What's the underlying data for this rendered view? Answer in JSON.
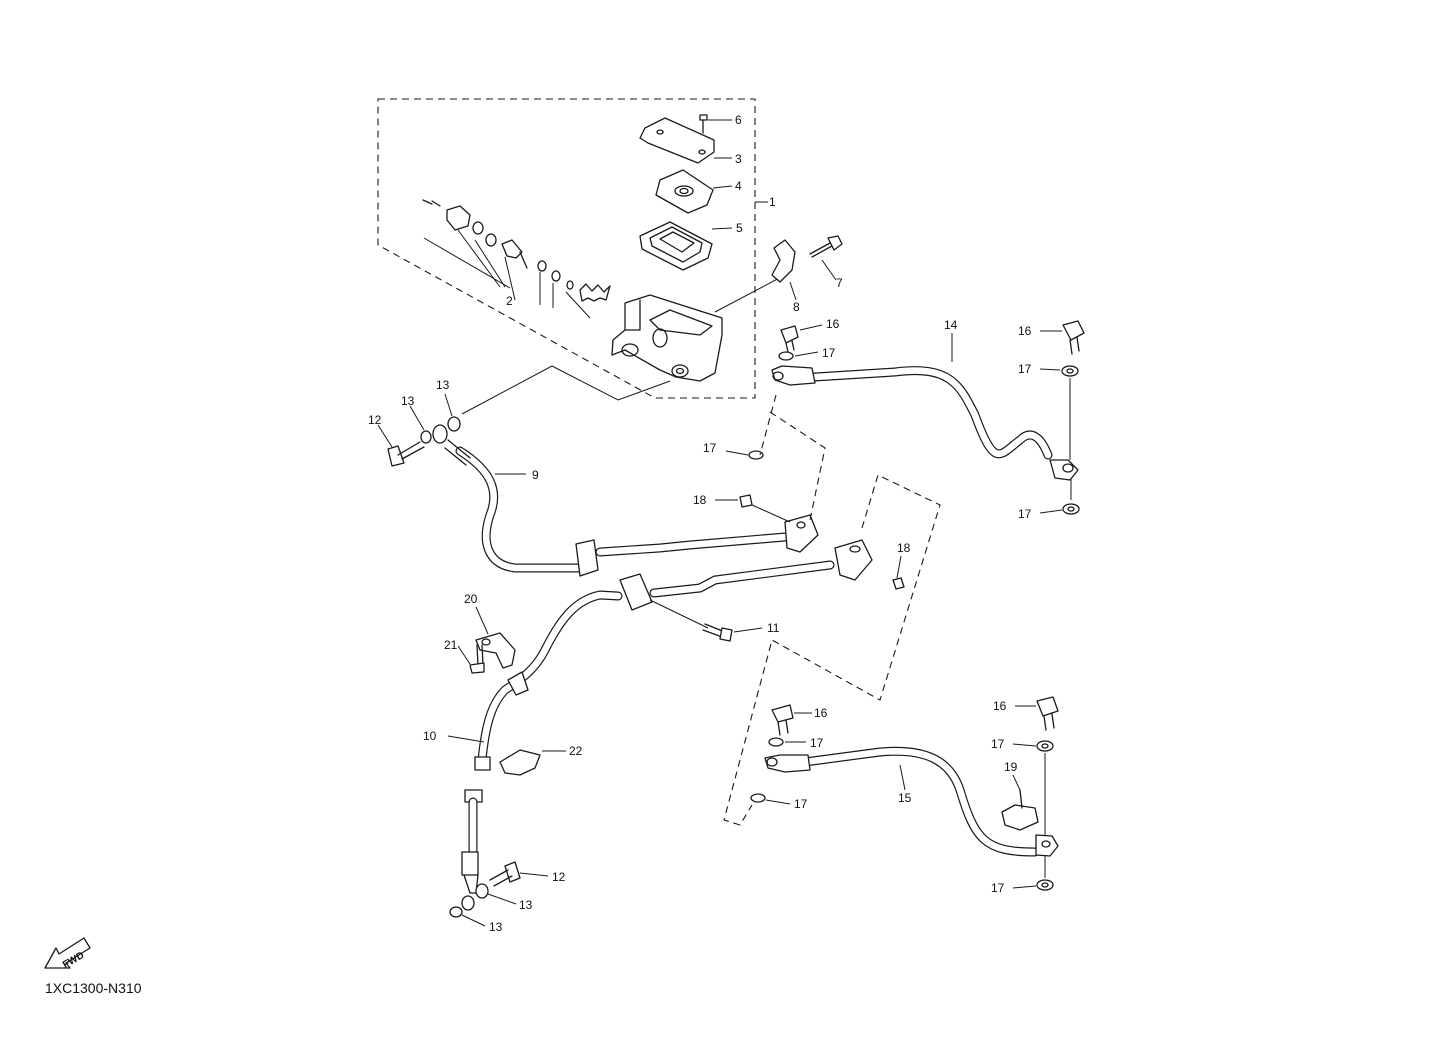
{
  "diagram": {
    "code": "1XC1300-N310",
    "fwd_label": "FWD",
    "callouts": {
      "c1": "1",
      "c2": "2",
      "c3": "3",
      "c4": "4",
      "c5": "5",
      "c6": "6",
      "c7": "7",
      "c8": "8",
      "c9": "9",
      "c10": "10",
      "c11": "11",
      "c12a": "12",
      "c12b": "12",
      "c13a": "13",
      "c13b": "13",
      "c13c": "13",
      "c13d": "13",
      "c14": "14",
      "c15": "15",
      "c16a": "16",
      "c16b": "16",
      "c16c": "16",
      "c16d": "16",
      "c17a": "17",
      "c17b": "17",
      "c17c": "17",
      "c17d": "17",
      "c17e": "17",
      "c17f": "17",
      "c17g": "17",
      "c17h": "17",
      "c18a": "18",
      "c18b": "18",
      "c19": "19",
      "c20": "20",
      "c21": "21",
      "c22": "22"
    }
  }
}
